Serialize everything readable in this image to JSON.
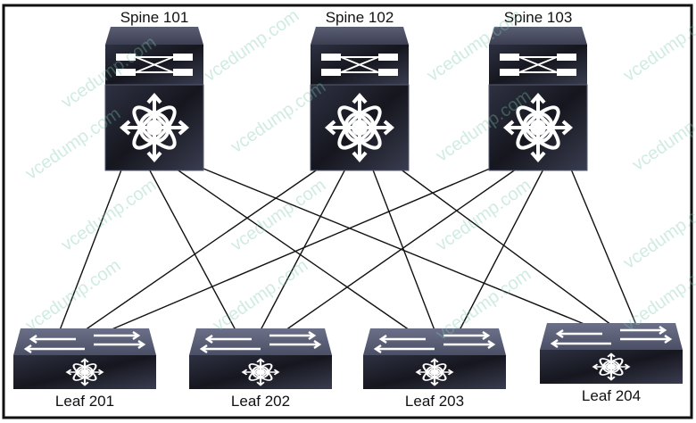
{
  "title": "Spine-Leaf Topology",
  "spines": [
    {
      "id": "s101",
      "label": "Spine 101"
    },
    {
      "id": "s102",
      "label": "Spine 102"
    },
    {
      "id": "s103",
      "label": "Spine 103"
    }
  ],
  "leaves": [
    {
      "id": "l201",
      "label": "Leaf 201"
    },
    {
      "id": "l202",
      "label": "Leaf 202"
    },
    {
      "id": "l203",
      "label": "Leaf 203"
    },
    {
      "id": "l204",
      "label": "Leaf 204"
    }
  ],
  "links": [
    [
      "s101",
      "l201"
    ],
    [
      "s101",
      "l202"
    ],
    [
      "s101",
      "l203"
    ],
    [
      "s101",
      "l204"
    ],
    [
      "s102",
      "l201"
    ],
    [
      "s102",
      "l202"
    ],
    [
      "s102",
      "l203"
    ],
    [
      "s102",
      "l204"
    ],
    [
      "s103",
      "l201"
    ],
    [
      "s103",
      "l202"
    ],
    [
      "s103",
      "l203"
    ],
    [
      "s103",
      "l204"
    ]
  ],
  "watermark": "vcedump.com"
}
